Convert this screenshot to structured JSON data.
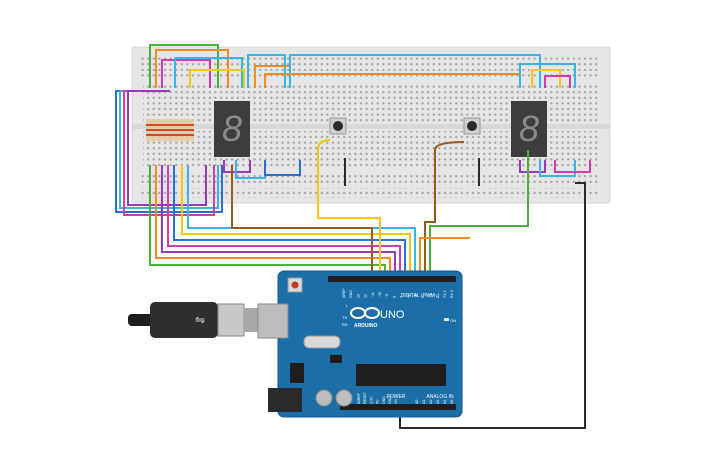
{
  "circuit": {
    "left_display_digit": "8",
    "right_display_digit": "8",
    "board": {
      "brand": "ARDUINO",
      "model": "UNO",
      "digital_label": "DIGITAL (PWM~)",
      "power_label": "POWER",
      "analog_label": "ANALOG IN",
      "on_label": "ON",
      "l_label": "L",
      "tx_label": "TX",
      "rx_label": "RX",
      "digital_pins": [
        "AREF",
        "GND",
        "13",
        "12",
        "~11",
        "~10",
        "~9",
        "8",
        "7",
        "~6",
        "~5",
        "4",
        "~3",
        "2",
        "TX 1",
        "RX 0"
      ],
      "power_pins": [
        "IOREF",
        "RESET",
        "3.3V",
        "5V",
        "GND",
        "GND",
        "Vin"
      ],
      "analog_pins": [
        "A0",
        "A1",
        "A2",
        "A3",
        "A4",
        "A5"
      ]
    },
    "wire_colors": {
      "orange": "#f28c1e",
      "yellow": "#f5c518",
      "green": "#4caf3a",
      "cyan": "#39b4e6",
      "purple": "#9b37b8",
      "magenta": "#d63ab0",
      "blue": "#2c6fd1",
      "brown": "#9a5a1e",
      "black": "#2a2a2a"
    }
  }
}
